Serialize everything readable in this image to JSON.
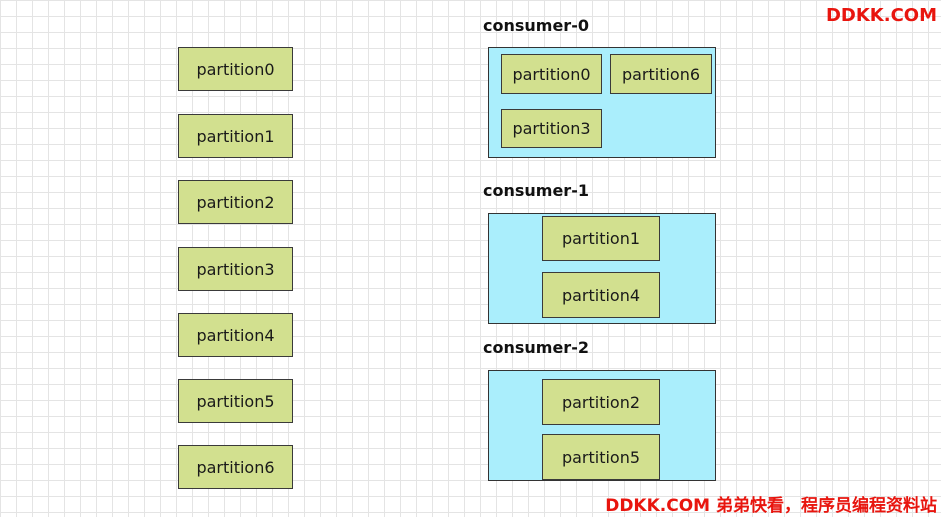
{
  "watermark": {
    "top": "DDKK.COM",
    "bottom": "DDKK.COM 弟弟快看，程序员编程资料站"
  },
  "partitions": [
    "partition0",
    "partition1",
    "partition2",
    "partition3",
    "partition4",
    "partition5",
    "partition6"
  ],
  "consumers": [
    {
      "name": "consumer-0",
      "partitions": [
        "partition0",
        "partition6",
        "partition3"
      ]
    },
    {
      "name": "consumer-1",
      "partitions": [
        "partition1",
        "partition4"
      ]
    },
    {
      "name": "consumer-2",
      "partitions": [
        "partition2",
        "partition5"
      ]
    }
  ],
  "colors": {
    "partition_fill": "#d2e08f",
    "consumer_fill": "#aaeefc",
    "watermark": "#e8150e"
  }
}
